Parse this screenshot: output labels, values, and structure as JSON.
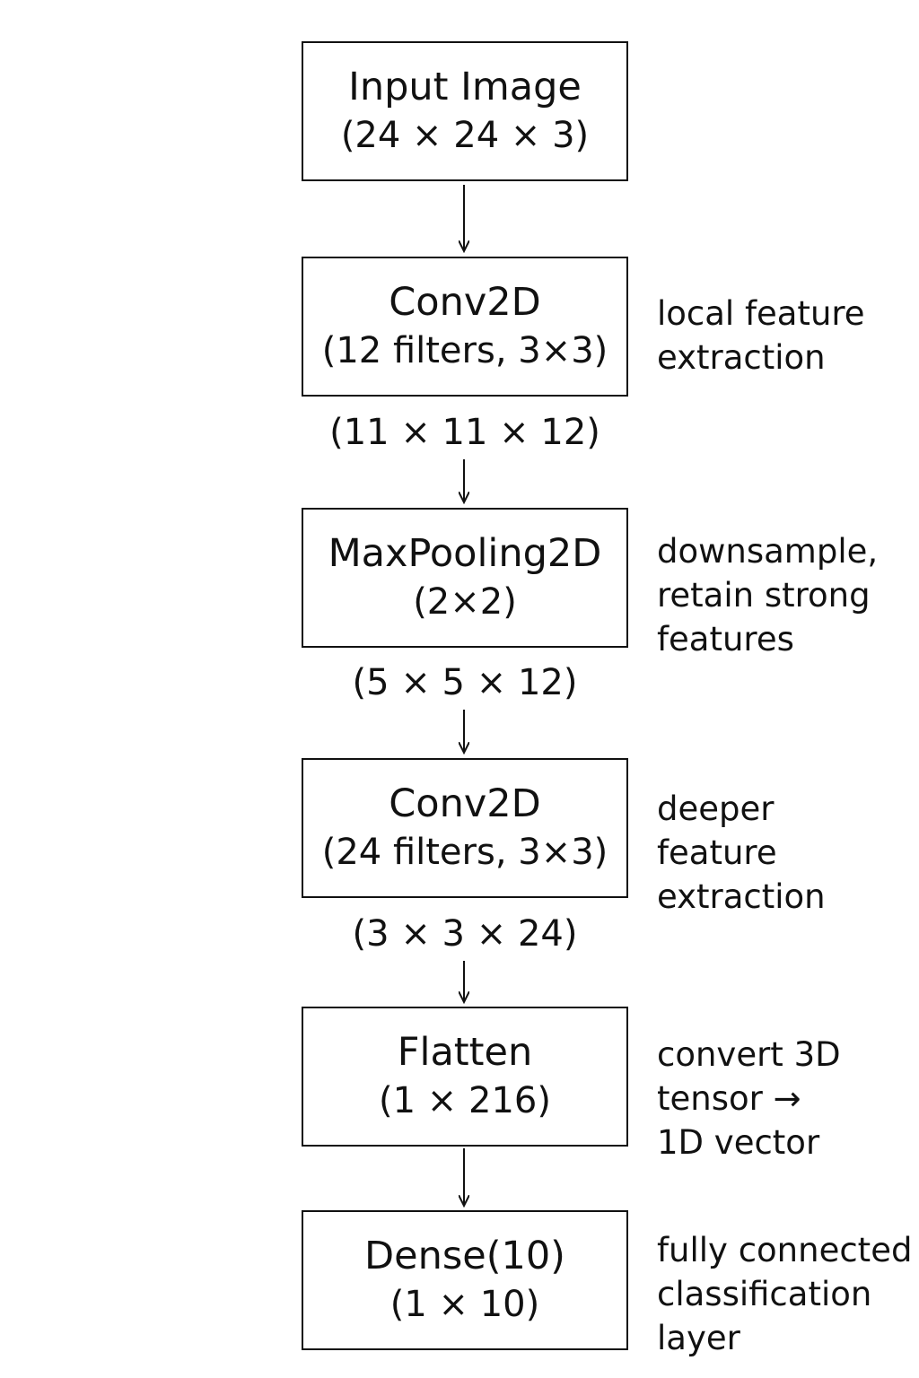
{
  "layers": [
    {
      "name": "Input Image",
      "params": "(24 × 24 × 3)",
      "note": ""
    },
    {
      "name": "Conv2D",
      "params": "(12 filters, 3×3)",
      "note": "local feature\nextraction"
    },
    {
      "name": "MaxPooling2D",
      "params": "(2×2)",
      "note": "downsample,\nretain strong\nfeatures"
    },
    {
      "name": "Conv2D",
      "params": "(24 filters, 3×3)",
      "note": "deeper\nfeature\nextraction"
    },
    {
      "name": "Flatten",
      "params": "(1 × 216)",
      "note": "convert 3D\ntensor →\n1D vector"
    },
    {
      "name": "Dense(10)",
      "params": "(1 × 10)",
      "note": "fully connected\nclassification\nlayer"
    }
  ],
  "shapes": [
    "(11 × 11 × 12)",
    "(5 × 5 × 12)",
    "(3 × 3 × 24)"
  ],
  "colors": {
    "stroke": "#111111",
    "background": "#ffffff",
    "text": "#111111"
  }
}
